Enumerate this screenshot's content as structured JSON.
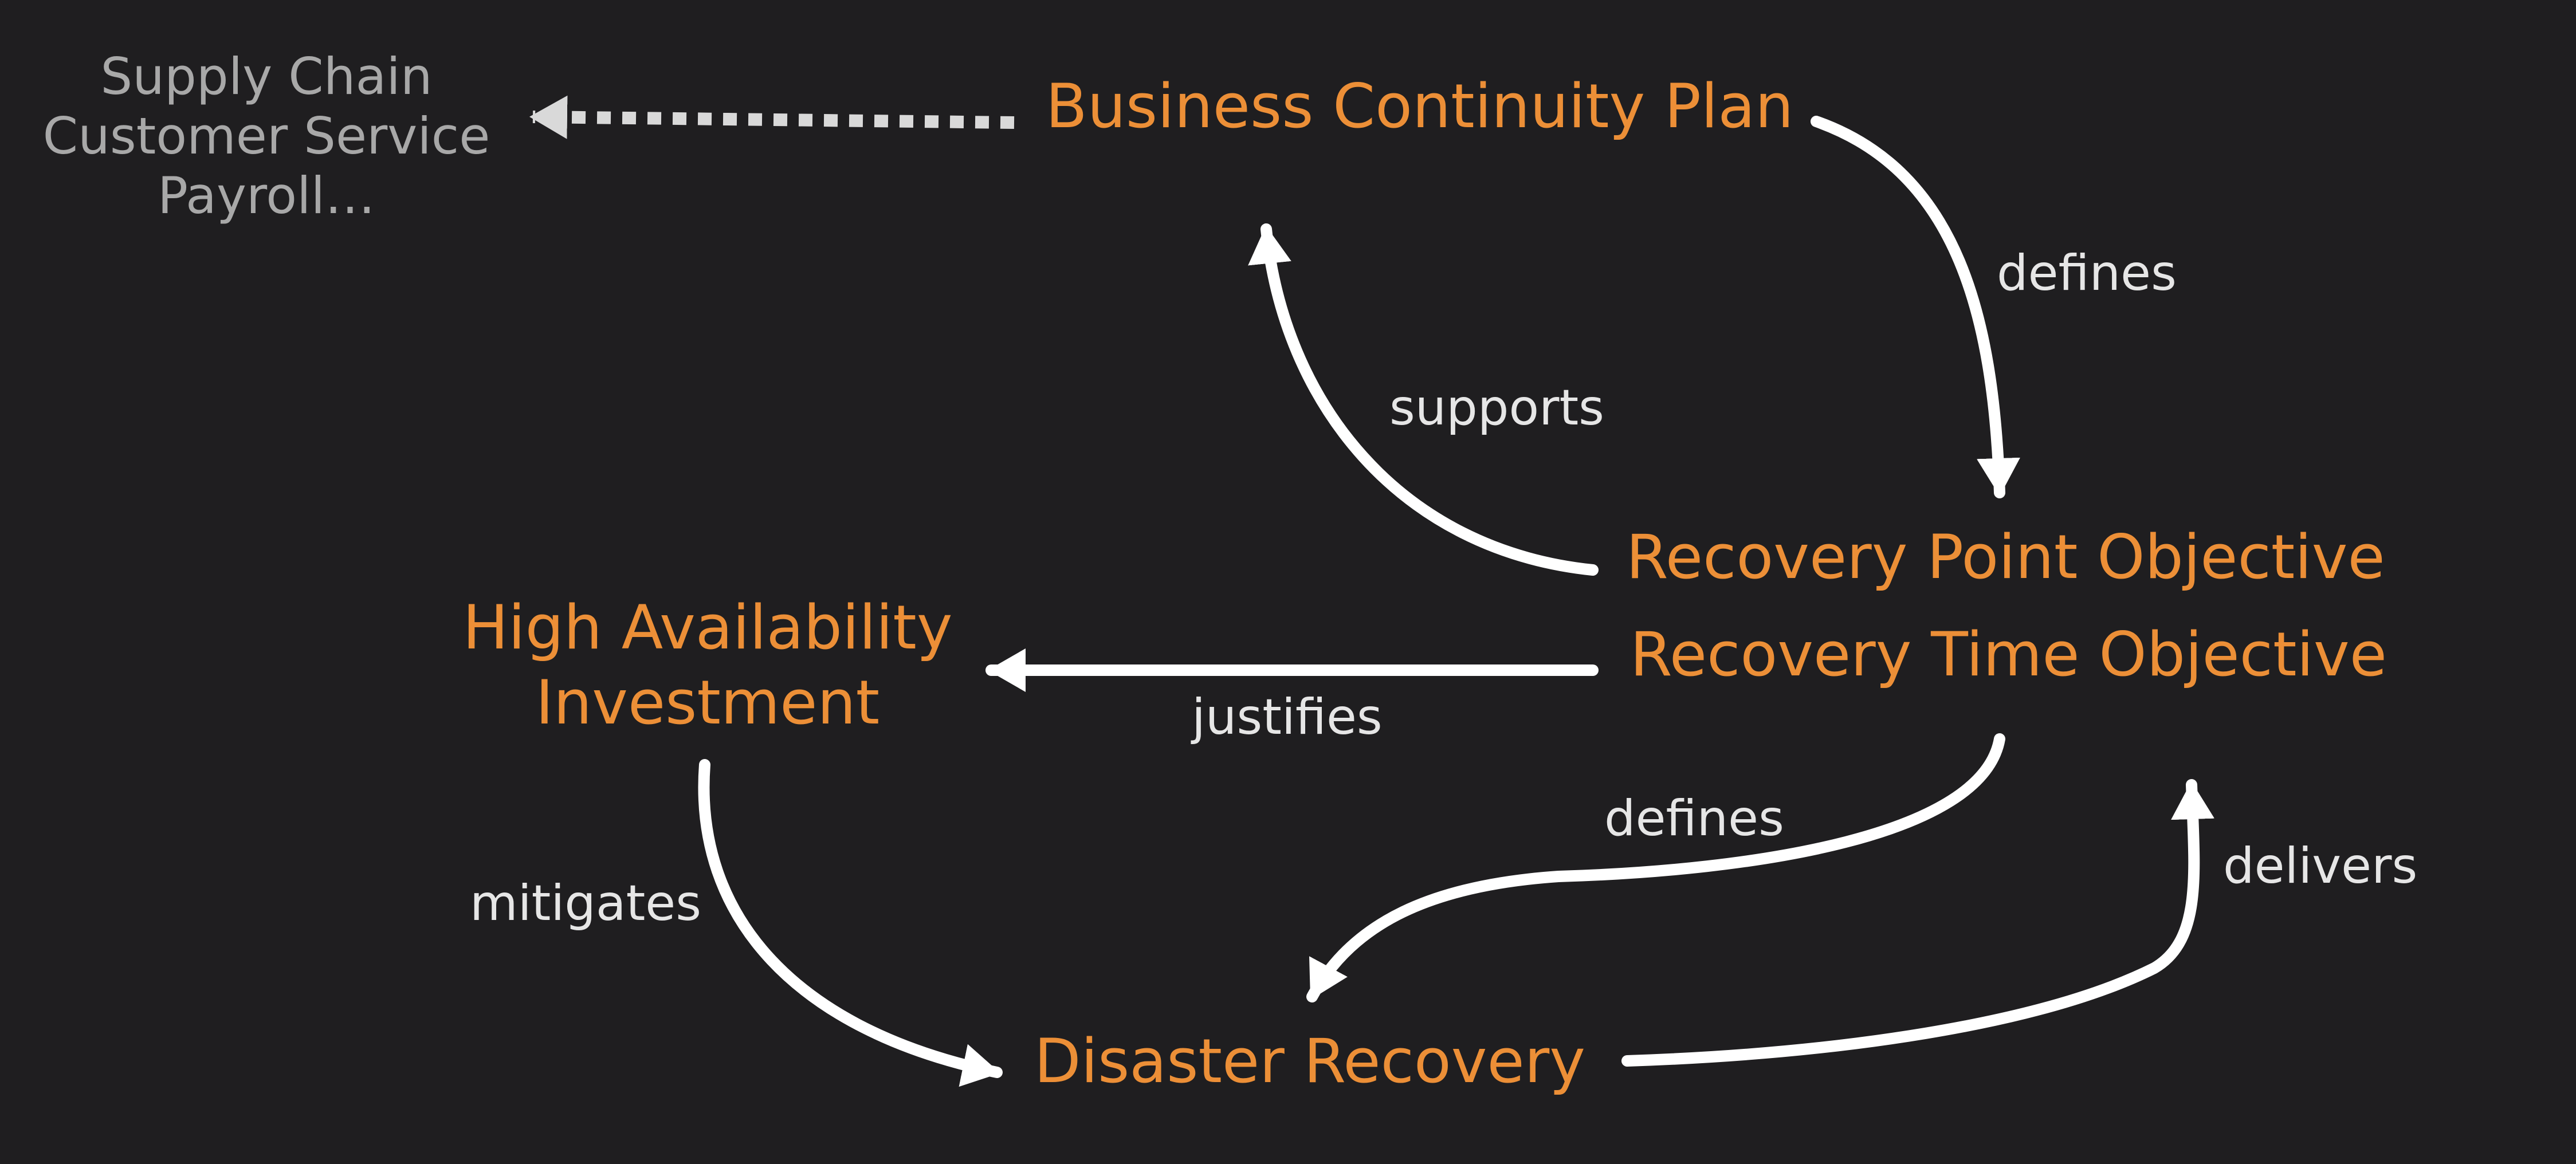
{
  "colors": {
    "background": "#1f1e20",
    "node_text": "#ec8f37",
    "label_text": "#e6e6e6",
    "list_text": "#a8a8a8",
    "arrow": "#ffffff",
    "dotted_arrow": "#d9d9d9"
  },
  "nodes": {
    "bcp": "Business Continuity Plan",
    "rpo": "Recovery Point Objective",
    "rto": "Recovery Time Objective",
    "ha": [
      "High Availability",
      "Investment"
    ],
    "dr": "Disaster Recovery"
  },
  "side_list": [
    "Supply Chain",
    "Customer Service",
    "Payroll…"
  ],
  "edge_labels": {
    "bcp_defines_rpo": "defines",
    "rpo_supports_bcp": "supports",
    "rto_justifies_ha": "justifies",
    "rto_defines_dr": "defines",
    "ha_mitigates_dr": "mitigates",
    "dr_delivers_rto": "delivers"
  }
}
